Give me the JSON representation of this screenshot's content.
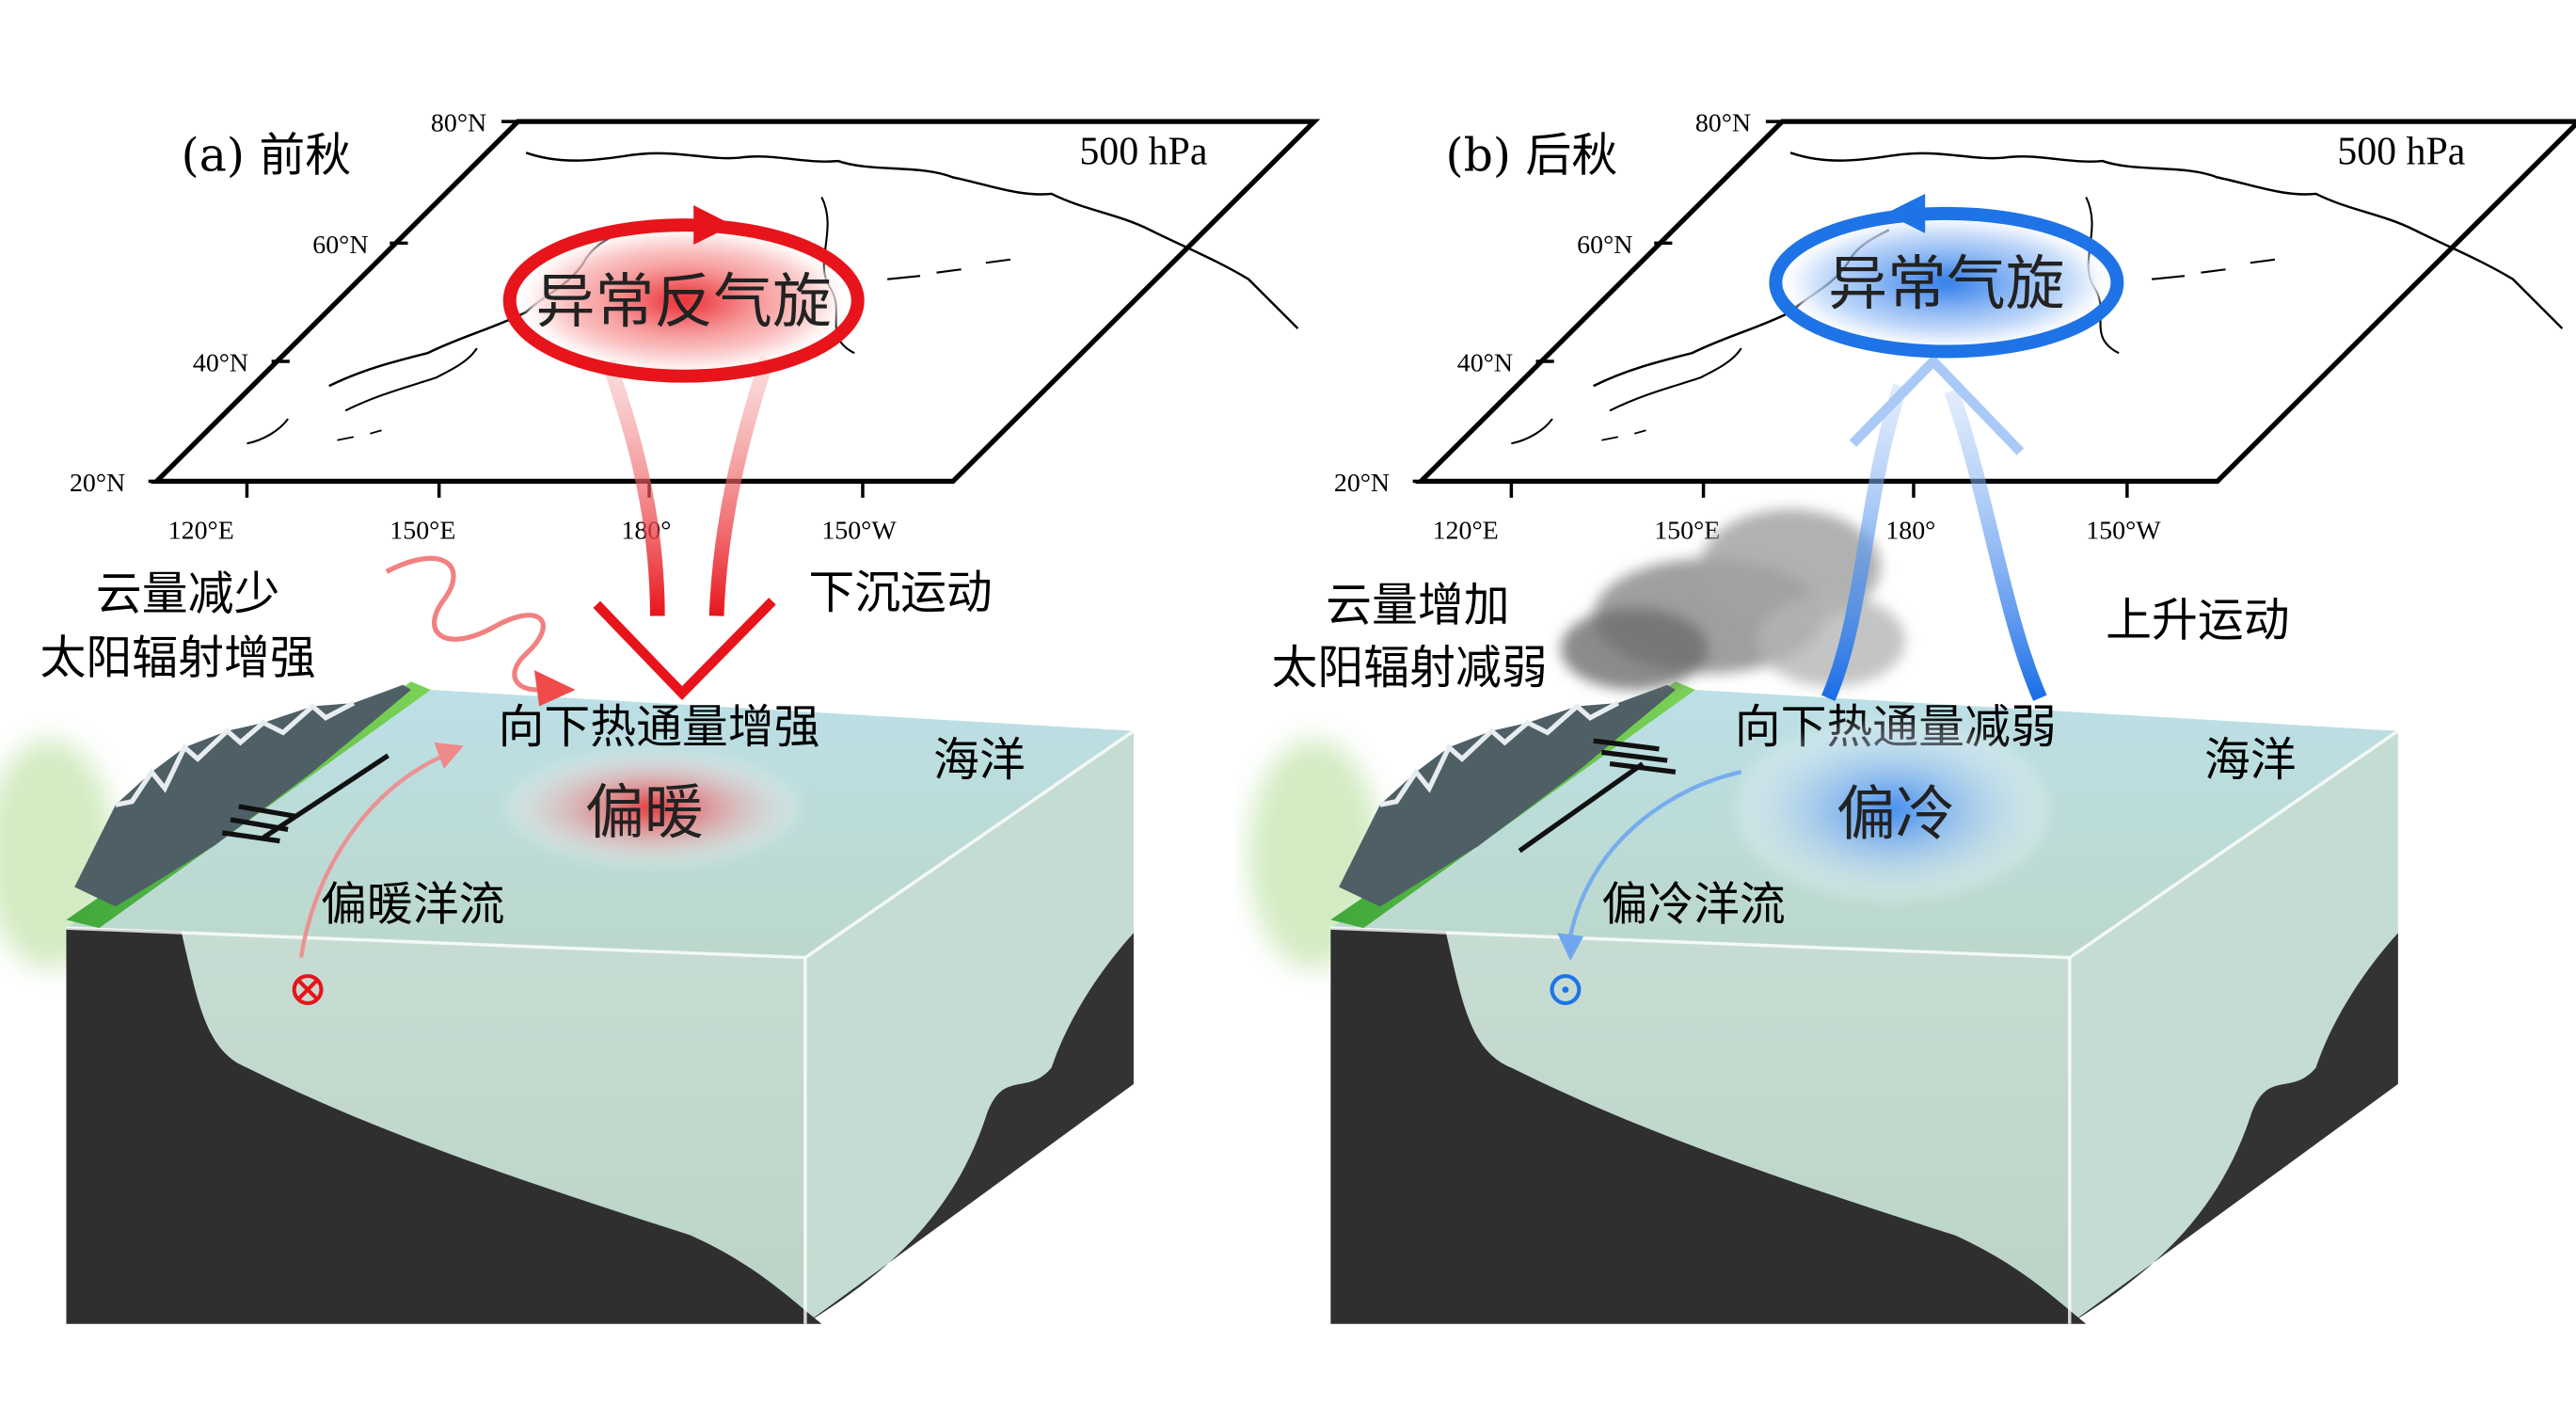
{
  "panels": [
    {
      "id": "a",
      "title": "(a) 前秋",
      "pressure_level": "500 hPa",
      "lat_labels": [
        "80°N",
        "60°N",
        "40°N",
        "20°N"
      ],
      "lon_labels": [
        "120°E",
        "150°E",
        "180°",
        "150°W"
      ],
      "circulation_label": "异常反气旋",
      "vertical_motion_label": "下沉运动",
      "cloud_label_line1": "云量减少",
      "cloud_label_line2": "太阳辐射增强",
      "heat_flux_label": "向下热通量增强",
      "ocean_label": "海洋",
      "sst_label": "偏暖",
      "current_label": "偏暖洋流",
      "current_symbol": "⊗",
      "accent_color": "#e8141b"
    },
    {
      "id": "b",
      "title": "(b) 后秋",
      "pressure_level": "500 hPa",
      "lat_labels": [
        "80°N",
        "60°N",
        "40°N",
        "20°N"
      ],
      "lon_labels": [
        "120°E",
        "150°E",
        "180°",
        "150°W"
      ],
      "circulation_label": "异常气旋",
      "vertical_motion_label": "上升运动",
      "cloud_label_line1": "云量增加",
      "cloud_label_line2": "太阳辐射减弱",
      "heat_flux_label": "向下热通量减弱",
      "ocean_label": "海洋",
      "sst_label": "偏冷",
      "current_label": "偏冷洋流",
      "current_symbol": "⊙",
      "accent_color": "#1e73e6"
    }
  ]
}
